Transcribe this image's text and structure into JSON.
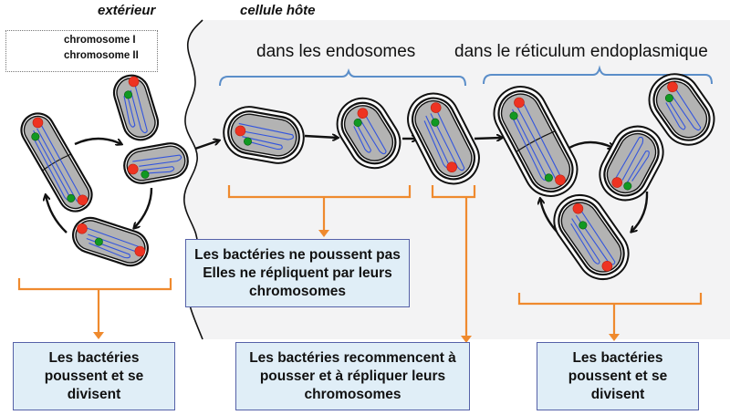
{
  "headings": {
    "outside": "extérieur",
    "host_cell": "cellule hôte"
  },
  "legend": {
    "items": [
      {
        "label": "chromosome I",
        "dot_color": "#ee3322",
        "icon": "red-dot-chromosome-loop"
      },
      {
        "label": "chromosome II",
        "dot_color": "#119922",
        "icon": "green-dot-chromosome-loop"
      }
    ]
  },
  "regions": {
    "endosomes": "dans les endosomes",
    "er": "dans le réticulum endoplasmique"
  },
  "boxes": {
    "outside": [
      "Les bactéries",
      "poussent et se",
      "divisent"
    ],
    "endosome": [
      "Les bactéries ne poussent pas",
      "Elles ne répliquent par leurs",
      "chromosomes"
    ],
    "restart": [
      "Les bactéries recommencent à",
      "pousser et à répliquer leurs",
      "chromosomes"
    ],
    "er": [
      "Les bactéries",
      "poussent et se",
      "divisent"
    ]
  },
  "colors": {
    "host_background": "#f3f3f4",
    "bracket_blue": "#5b8ec9",
    "bracket_orange": "#ef8a2e",
    "box_fill": "#e0eef7",
    "box_border": "#5561a8",
    "chromosome_line": "#3355dd",
    "chromosome_I_dot": "#ee3322",
    "chromosome_II_dot": "#119922",
    "cell_fill": "#b3b3b3"
  }
}
